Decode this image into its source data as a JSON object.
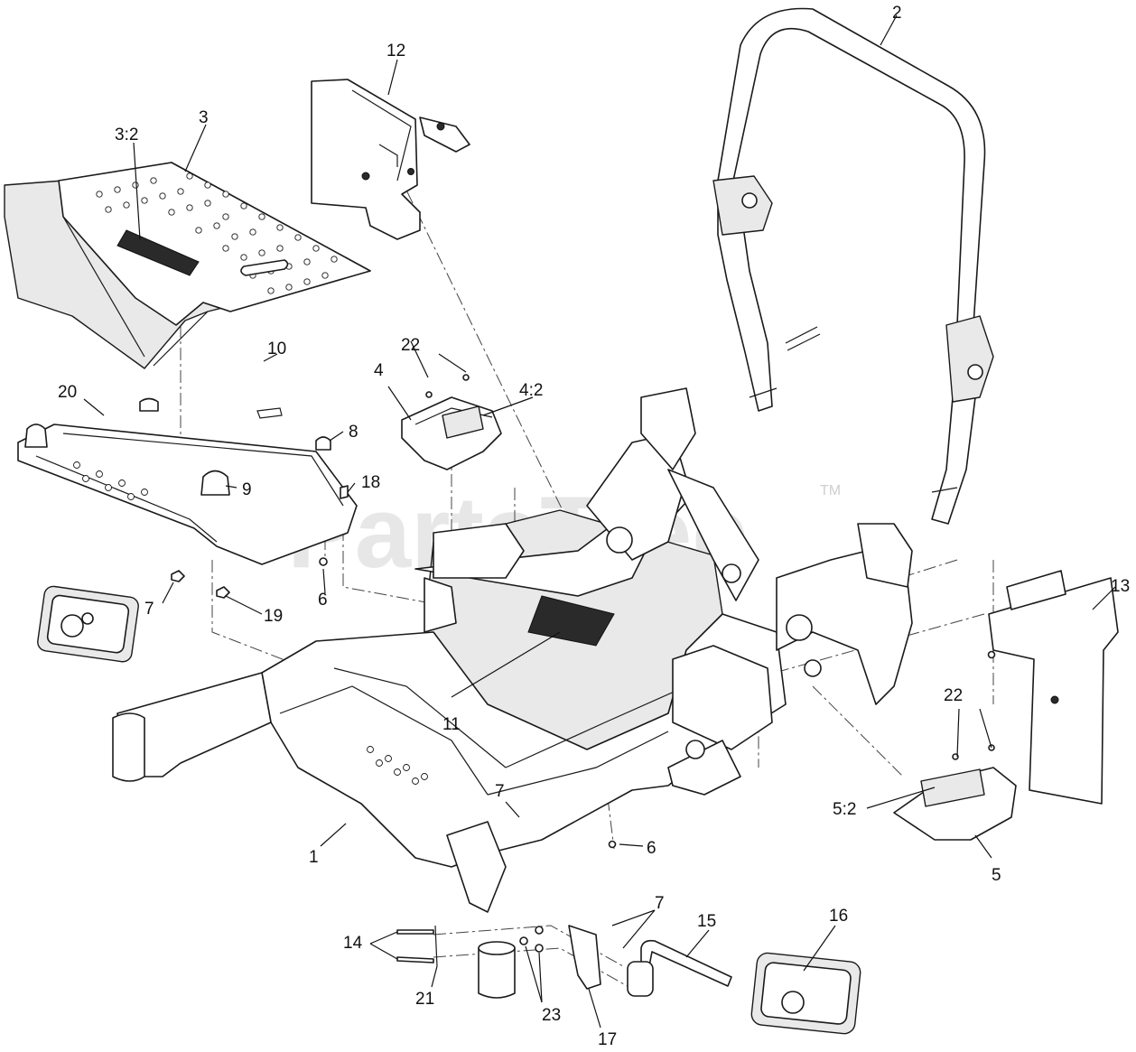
{
  "watermark": {
    "text": "PartsTree",
    "tm": "TM"
  },
  "callouts": {
    "c1": "1",
    "c2": "2",
    "c3": "3",
    "c3_2": "3:2",
    "c4": "4",
    "c4_2": "4:2",
    "c5": "5",
    "c5_2": "5:2",
    "c6a": "6",
    "c6b": "6",
    "c7a": "7",
    "c7b": "7",
    "c7c": "7",
    "c8": "8",
    "c9": "9",
    "c10": "10",
    "c11": "11",
    "c12": "12",
    "c13": "13",
    "c14": "14",
    "c15": "15",
    "c16": "16",
    "c17": "17",
    "c18": "18",
    "c19": "19",
    "c20": "20",
    "c21": "21",
    "c22a": "22",
    "c22b": "22",
    "c23": "23"
  }
}
